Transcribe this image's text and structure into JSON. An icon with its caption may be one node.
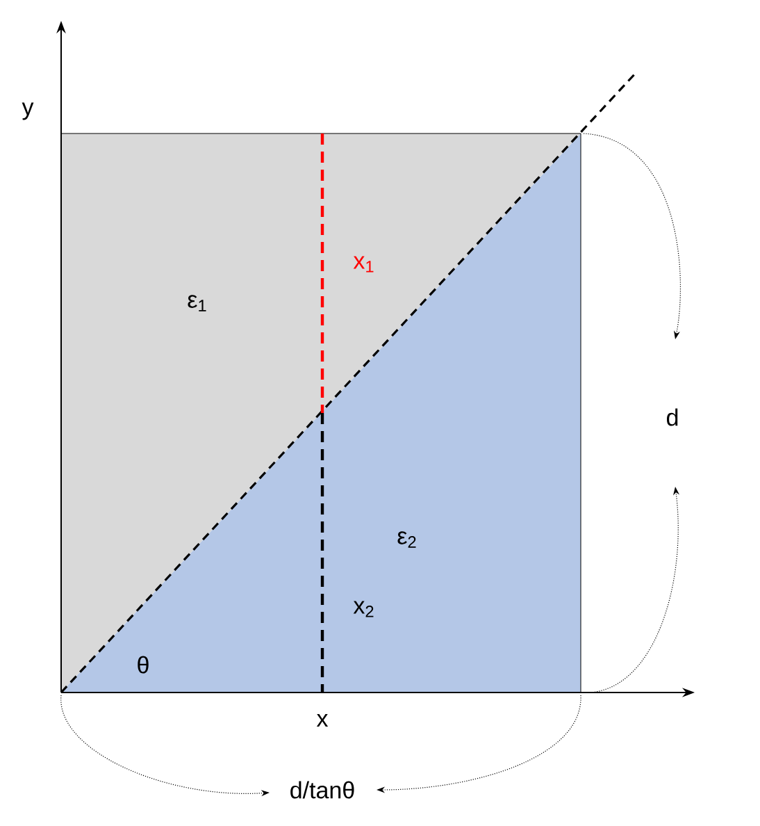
{
  "diagram": {
    "nodes": [
      {
        "text": [
          "ε$_{1}$"
        ]
      },
      {
        "text": [
          "ε$_{2}$"
        ]
      }
    ],
    "labels": [
      "y",
      "x$_{1}$",
      "d",
      "x$_{2}$",
      "θ",
      "x",
      "d/tanθ"
    ]
  }
}
